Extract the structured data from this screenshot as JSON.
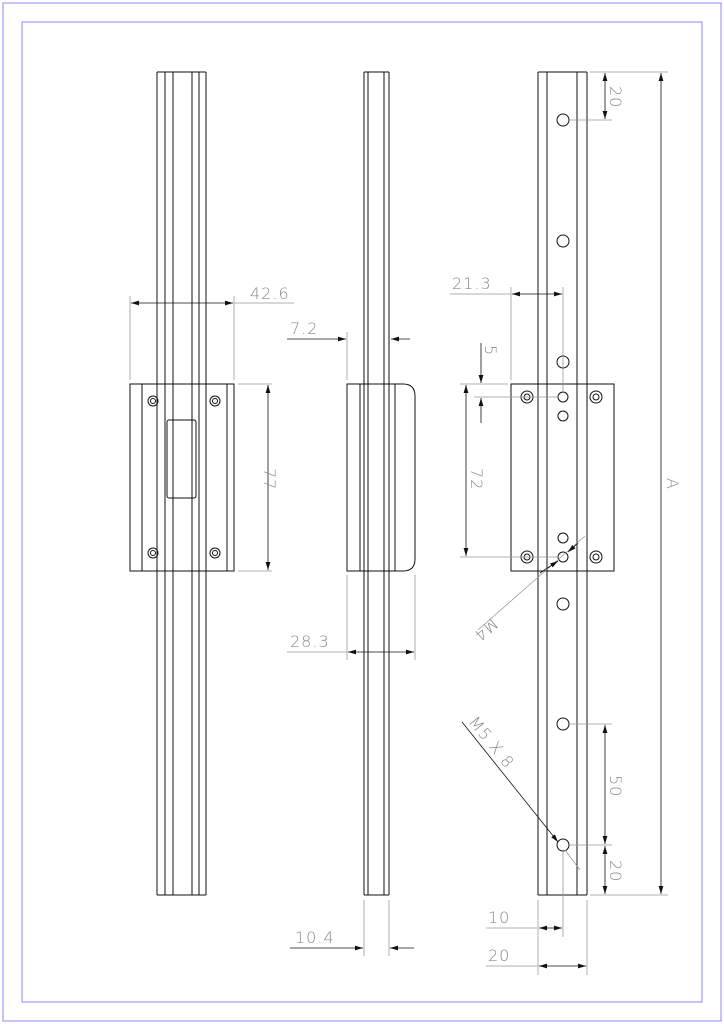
{
  "drawing": {
    "dimensions": {
      "carriage_width": "42.6",
      "carriage_length": "77",
      "rail_offset": "7.2",
      "carriage_height": "28.3",
      "rail_height": "10.4",
      "hole_offset": "21.3",
      "hole_spacing_small": "5",
      "hole_spacing_carriage": "72",
      "thread_carriage": "M4",
      "rail_length": "A",
      "end_distance_top": "20",
      "hole_pitch": "50",
      "end_distance_bottom": "20",
      "thread_rail": "M5 X 8",
      "hole_center": "10",
      "rail_width": "20"
    }
  }
}
